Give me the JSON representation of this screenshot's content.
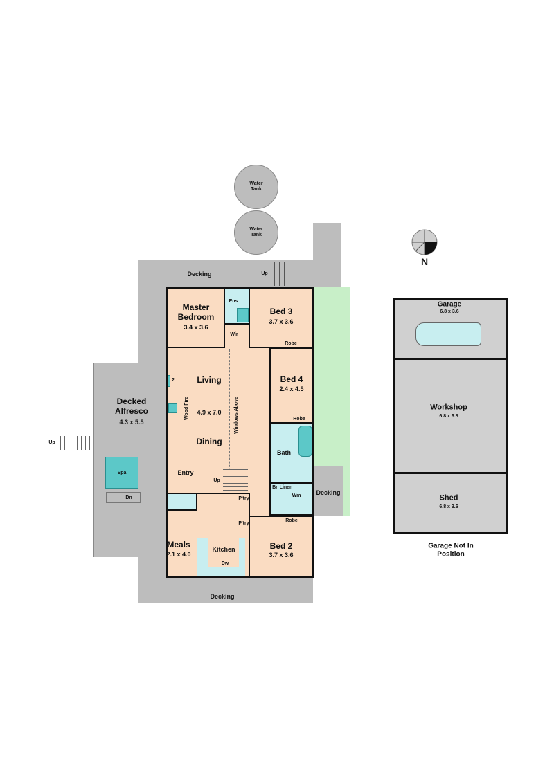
{
  "plan": {
    "water_tanks": [
      "Water\nTank",
      "Water\nTank"
    ],
    "compass_label": "N",
    "decking_top": "Decking",
    "decking_bottom": "Decking",
    "decking_right": "Decking",
    "stairs_up_top": "Up",
    "stairs_up_left": "Up",
    "stairs_up_interior": "Up",
    "stairs_down": "Dn",
    "alfresco": {
      "name": "Decked\nAlfresco",
      "size": "4.3 x 5.5"
    },
    "spa": "Spa",
    "master": {
      "name": "Master\nBedroom",
      "size": "3.4 x 3.6"
    },
    "ens": "Ens",
    "wir": "Wir",
    "bed3": {
      "name": "Bed 3",
      "size": "3.7 x 3.6"
    },
    "bed4": {
      "name": "Bed 4",
      "size": "2.4 x 4.5"
    },
    "bed2": {
      "name": "Bed 2",
      "size": "3.7 x 3.6"
    },
    "robe": "Robe",
    "living": {
      "name": "Living",
      "size": "4.9 x 7.0"
    },
    "dining": "Dining",
    "wood_fire": "Wood Fire",
    "windows_above": "Windows Above",
    "entry": "Entry",
    "bath": "Bath",
    "br": "Br",
    "linen": "Linen",
    "wm": "Wm",
    "ptry": "P'try",
    "meals": {
      "name": "Meals",
      "size": "2.1 x 4.0"
    },
    "kitchen": "Kitchen",
    "dw": "Dw",
    "fireplace_mark": "2",
    "garage": {
      "name": "Garage",
      "size": "6.8 x 3.6"
    },
    "workshop": {
      "name": "Workshop",
      "size": "6.8 x 6.8"
    },
    "shed": {
      "name": "Shed",
      "size": "6.8 x 3.6"
    },
    "note": "Garage Not In\nPosition"
  },
  "colors": {
    "room": "#fadcc2",
    "deck": "#bdbdbd",
    "garden": "#c8efc8",
    "fixture": "#5cc8c8",
    "wet": "#c8eef0"
  }
}
